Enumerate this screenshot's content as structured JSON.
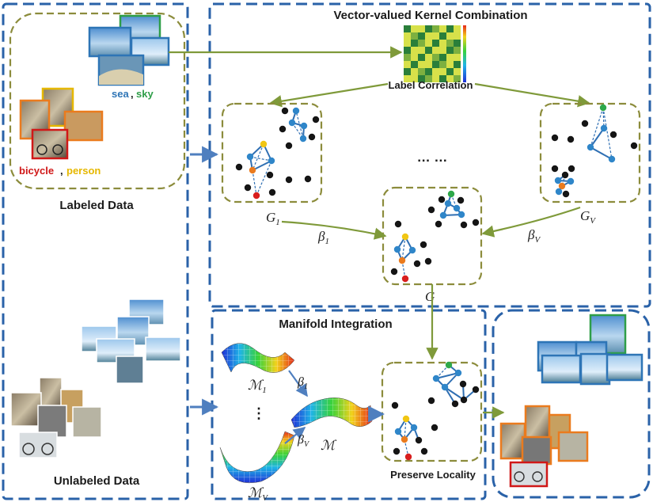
{
  "titles": {
    "kernel": "Vector-valued Kernel Combination",
    "manifold": "Manifold Integration",
    "label_correlation": "Label Correlation",
    "labeled_data": "Labeled Data",
    "unlabeled_data": "Unlabeled Data",
    "preserve_locality": "Preserve Locality",
    "ellipsis": "… …",
    "vdots": "⋮"
  },
  "tags": {
    "sea": "sea",
    "comma1": ",",
    "sky": "sky",
    "bicycle": "bicycle",
    "comma2": ",",
    "person": "person"
  },
  "math": {
    "G1_base": "G",
    "G1_sub": "1",
    "GV_base": "G",
    "GV_sub": "V",
    "G": "G",
    "beta1_base": "β",
    "beta1_sub": "1",
    "betaV_base": "β",
    "betaV_sub": "V",
    "M1_base": "ℳ",
    "M1_sub": "1",
    "MV_base": "ℳ",
    "MV_sub": "V",
    "M": "ℳ",
    "mbeta1_base": "β",
    "mbeta1_sub": "1",
    "mbetaV_base": "β",
    "mbetaV_sub": "V"
  },
  "colors": {
    "blue_border": "#2a62a8",
    "olive_dash": "#8c8c3c",
    "olive_arrow": "#7f9a3a",
    "blue_arrow": "#4f7fbf",
    "tag_blue": "#2e75b6",
    "tag_green": "#2e9e48",
    "tag_red": "#d01818",
    "tag_yellow": "#e6b800",
    "node_black": "#151515",
    "node_blue": "#2f86c9",
    "node_orange": "#ea7b1e",
    "node_yellow": "#f1c613",
    "node_red": "#d81e1e",
    "node_green": "#2ea84a",
    "heat_dark": "#2a7f3a",
    "heat_light": "#d7e14a"
  }
}
